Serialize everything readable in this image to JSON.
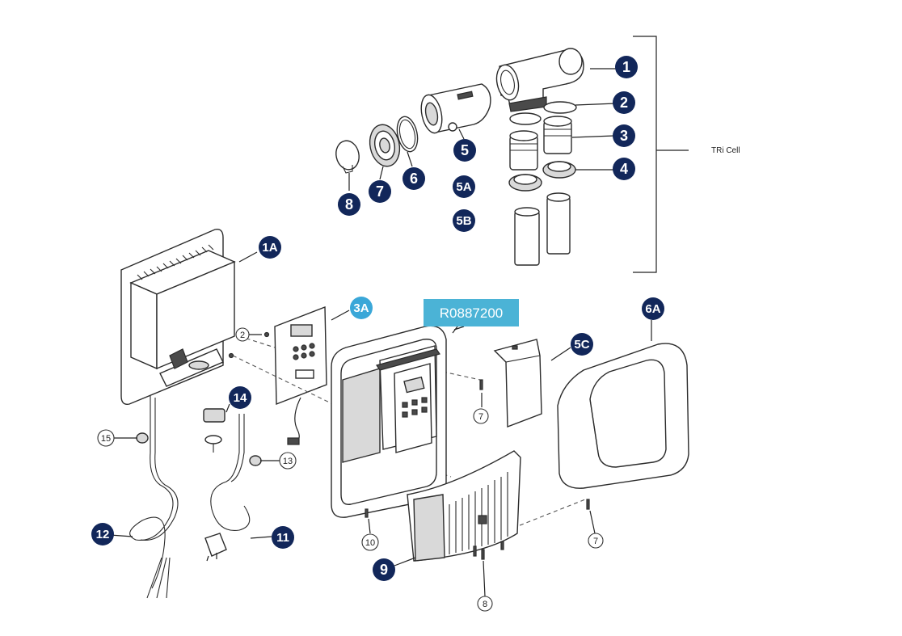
{
  "diagram": {
    "group_label": "TRi Cell",
    "reference_code": "R0887200",
    "badges": [
      "1",
      "2",
      "3",
      "4",
      "5",
      "5A",
      "5B",
      "6",
      "7",
      "8",
      "1A",
      "3A",
      "6A",
      "5C",
      "14",
      "12",
      "11",
      "9"
    ],
    "callouts": [
      "2",
      "7",
      "7",
      "8",
      "10",
      "13",
      "15"
    ],
    "colors": {
      "badge_navy": "#12275a",
      "badge_light_blue": "#3aa7d8",
      "reference_box": "#4bb3d6",
      "line_art": "#2b2b2b"
    }
  }
}
